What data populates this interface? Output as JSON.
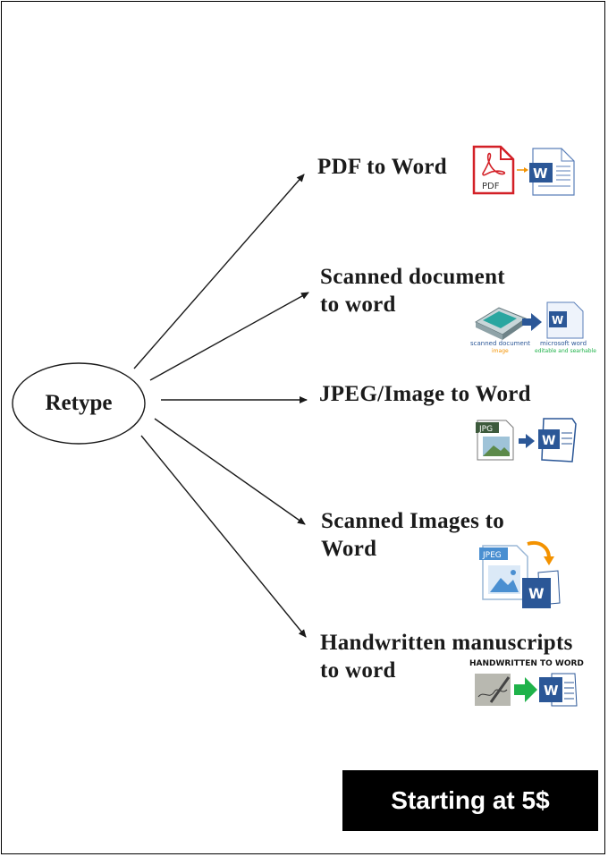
{
  "center": {
    "label": "Retype"
  },
  "items": [
    {
      "line1": "PDF to Word",
      "line2": "",
      "icon": "pdf-to-word-icon",
      "icon_text": "PDF"
    },
    {
      "line1": "Scanned document",
      "line2": "to word",
      "icon": "scanner-to-word-icon",
      "icon_text_left": "scanned document",
      "icon_text_left_sub": "image",
      "icon_text_right": "microsoft word",
      "icon_text_right_sub": "editable and searhable"
    },
    {
      "line1": "JPEG/Image to Word",
      "line2": "",
      "icon": "jpg-to-word-icon",
      "icon_text": "JPG"
    },
    {
      "line1": "Scanned Images to",
      "line2": "Word",
      "icon": "jpeg-to-word-icon",
      "icon_text": "JPEG"
    },
    {
      "line1": "Handwritten manuscripts",
      "line2": "to word",
      "icon": "handwritten-to-word-icon",
      "icon_text": "HANDWRITTEN TO WORD"
    }
  ],
  "price": {
    "label": "Starting at 5$"
  },
  "colors": {
    "word_blue": "#2b5797",
    "pdf_red": "#d32027",
    "arrow_green": "#1fb24a",
    "orange": "#f39200"
  }
}
